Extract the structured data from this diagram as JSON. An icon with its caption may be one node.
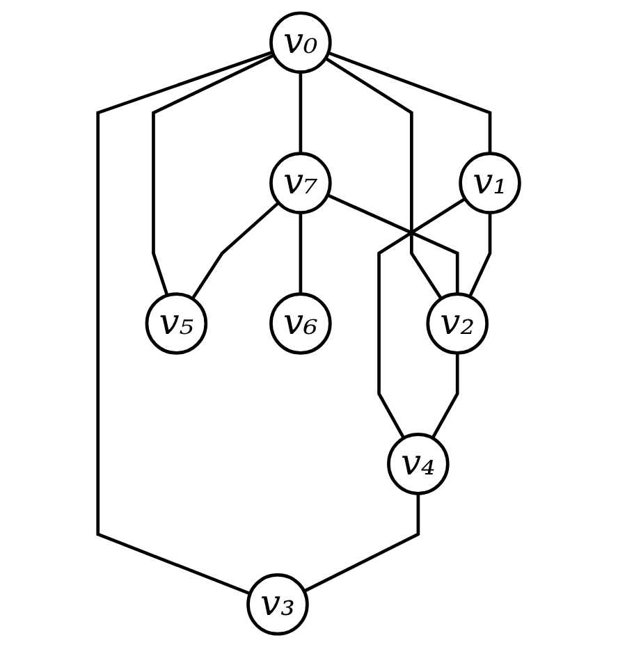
{
  "diagram": {
    "nodes": [
      {
        "text": [
          "v₀"
        ]
      },
      {
        "text": [
          "v₁"
        ]
      },
      {
        "text": [
          "v₂"
        ]
      },
      {
        "text": [
          "v₃"
        ]
      },
      {
        "text": [
          "v₄"
        ]
      },
      {
        "text": [
          "v₅"
        ]
      },
      {
        "text": [
          "v₆"
        ]
      },
      {
        "text": [
          "v₇"
        ]
      }
    ],
    "edges": [
      {
        "from": 0,
        "to": 7,
        "arrow": "none"
      },
      {
        "from": 0,
        "to": 1,
        "arrow": "none"
      },
      {
        "from": 0,
        "to": 2,
        "arrow": "none"
      },
      {
        "from": 0,
        "to": 3,
        "arrow": "none"
      },
      {
        "from": 0,
        "to": 5,
        "arrow": "none"
      },
      {
        "from": 7,
        "to": 2,
        "arrow": "none"
      },
      {
        "from": 7,
        "to": 6,
        "arrow": "none"
      },
      {
        "from": 7,
        "to": 5,
        "arrow": "none"
      },
      {
        "from": 1,
        "to": 2,
        "arrow": "none"
      },
      {
        "from": 1,
        "to": 4,
        "arrow": "none"
      },
      {
        "from": 2,
        "to": 4,
        "arrow": "none"
      },
      {
        "from": 4,
        "to": 3,
        "arrow": "none"
      }
    ]
  }
}
